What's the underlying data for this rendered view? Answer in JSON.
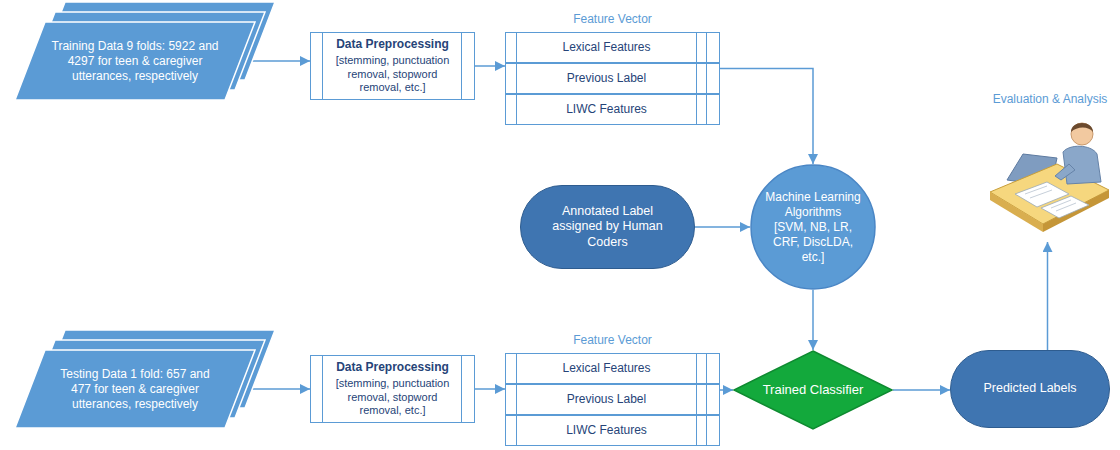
{
  "diagram": {
    "nodes": [
      {
        "text": [
          "Training Data 9 folds: 5922 and 4297 for teen & caregiver utterances, respectively"
        ]
      },
      {
        "text": [
          "Data Preprocessing",
          "[stemming, punctuation removal, stopword removal, etc.]"
        ]
      },
      {
        "text": [
          "Feature Vector"
        ]
      },
      {
        "text": [
          "Lexical Features"
        ],
        "in": 2
      },
      {
        "text": [
          "Previous Label"
        ],
        "in": 2
      },
      {
        "text": [
          "LIWC Features"
        ],
        "in": 2
      },
      {
        "text": [
          "Annotated Label assigned by Human Coders"
        ]
      },
      {
        "text": [
          "Machine Learning Algorithms",
          "[SVM, NB, LR, CRF, DiscLDA, etc.]"
        ]
      },
      {
        "text": [
          "Evaluation & Analysis"
        ]
      },
      {
        "text": [
          "Testing Data 1 fold: 657 and 477 for teen & caregiver utterances, respectively"
        ]
      },
      {
        "text": [
          "Data Preprocessing",
          "[stemming, punctuation removal, stopword removal, etc.]"
        ]
      },
      {
        "text": [
          "Feature Vector"
        ]
      },
      {
        "text": [
          "Lexical Features"
        ],
        "in": 11
      },
      {
        "text": [
          "Previous Label"
        ],
        "in": 11
      },
      {
        "text": [
          "LIWC Features"
        ],
        "in": 11
      },
      {
        "text": [
          "Trained Classifier"
        ]
      },
      {
        "text": [
          "Predicted Labels"
        ]
      }
    ],
    "edges": [
      {
        "from": 0,
        "to": 1,
        "arrow": "to"
      },
      {
        "from": 1,
        "to": 2,
        "arrow": "to"
      },
      {
        "from": 2,
        "to": 7,
        "arrow": "to"
      },
      {
        "from": 6,
        "to": 7,
        "arrow": "to"
      },
      {
        "from": 7,
        "to": 15,
        "arrow": "to"
      },
      {
        "from": 9,
        "to": 10,
        "arrow": "to"
      },
      {
        "from": 10,
        "to": 11,
        "arrow": "to"
      },
      {
        "from": 11,
        "to": 15,
        "arrow": "to"
      },
      {
        "from": 15,
        "to": 16,
        "arrow": "to"
      },
      {
        "from": 16,
        "to": 8,
        "arrow": "to"
      }
    ]
  }
}
